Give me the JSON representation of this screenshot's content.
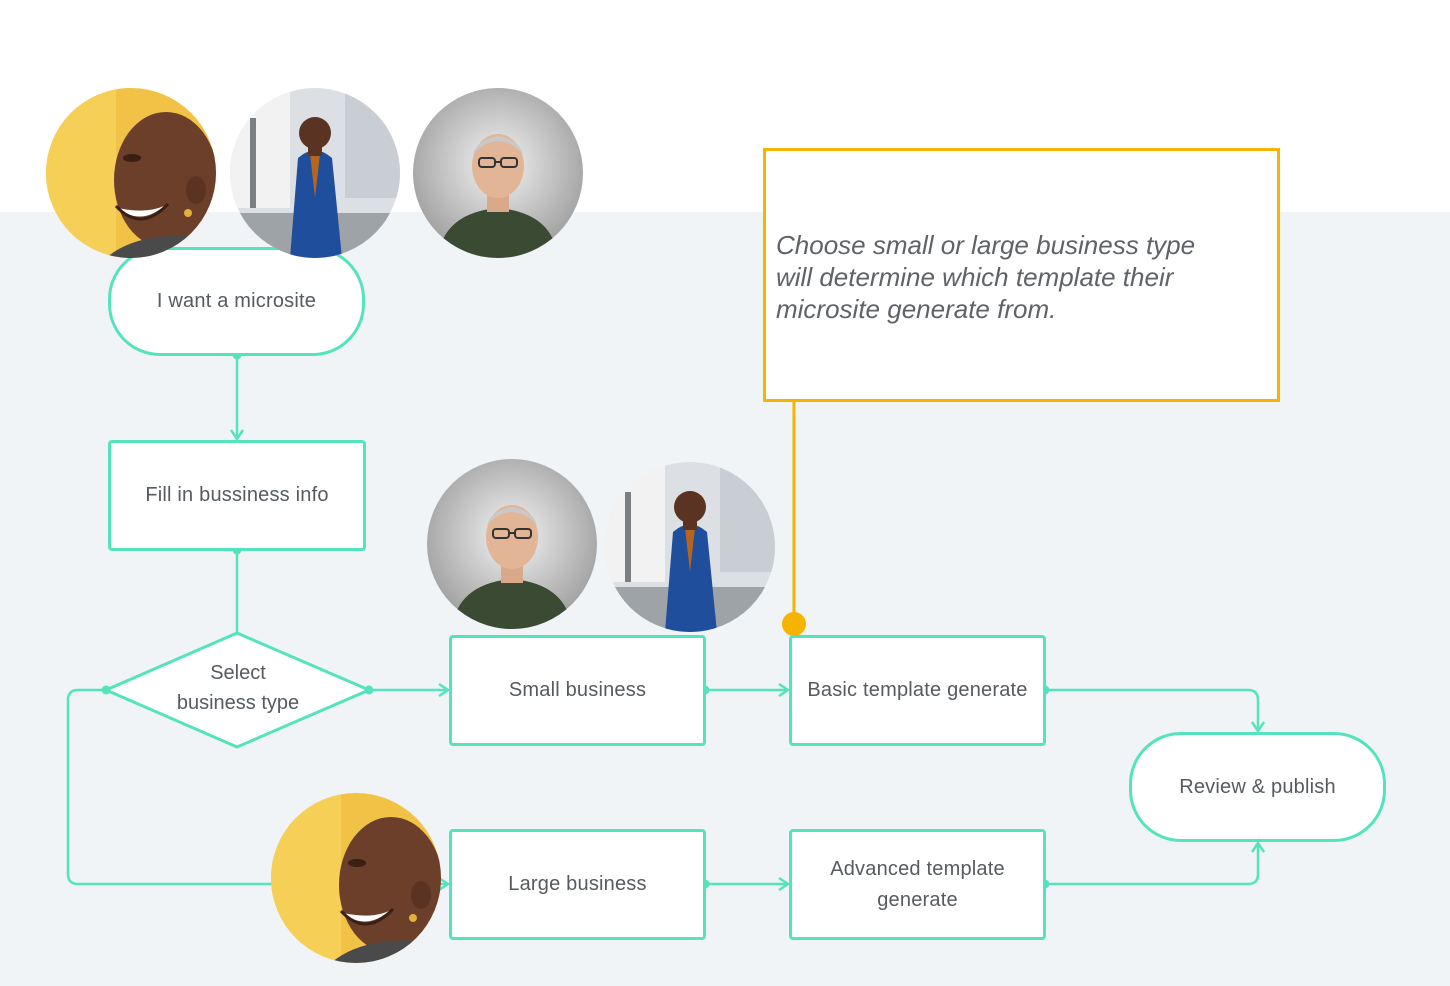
{
  "diagram": {
    "nodes": {
      "start": "I want a microsite",
      "fill_info": "Fill in bussiness info",
      "select_type": [
        "Select",
        "business type"
      ],
      "small_business": "Small business",
      "large_business": "Large business",
      "basic_template": "Basic template generate",
      "advanced_template": [
        "Advanced template",
        "generate"
      ],
      "review_publish": "Review & publish"
    },
    "annotation": {
      "lines": [
        "Choose small or large business type",
        "will determine which template their",
        "microsite generate from."
      ]
    },
    "avatars": [
      {
        "person": "smiling-woman-yellow-background",
        "group": "top"
      },
      {
        "person": "man-blue-suit-street",
        "group": "top"
      },
      {
        "person": "older-man-glasses-gray-background",
        "group": "top"
      },
      {
        "person": "older-man-glasses-gray-background",
        "group": "small-business"
      },
      {
        "person": "man-blue-suit-street",
        "group": "small-business"
      },
      {
        "person": "smiling-woman-yellow-background",
        "group": "large-business"
      }
    ],
    "colors": {
      "connector": "#55e3bd",
      "annotation": "#f4b400",
      "background": "#f0f4f7",
      "text": "#555b60"
    }
  }
}
